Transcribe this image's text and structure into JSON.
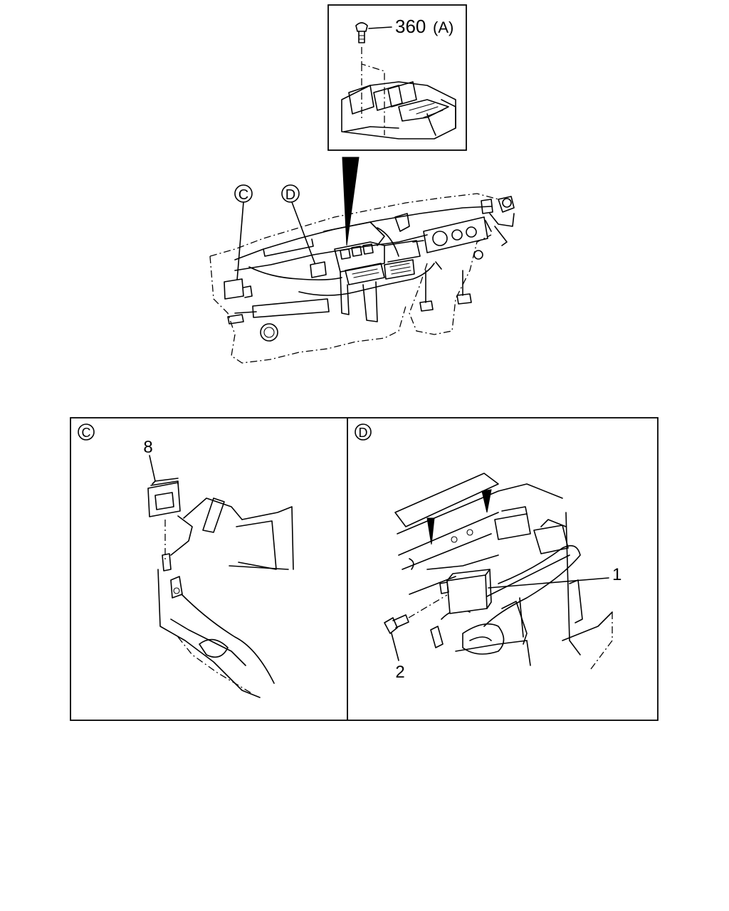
{
  "callouts": {
    "fastener_top": "360",
    "fastener_top_ref": "(A)",
    "circle_c": "C",
    "circle_d": "D",
    "panel_c_badge": "C",
    "panel_d_badge": "D",
    "part_8": "8",
    "part_1": "1",
    "part_2": "2"
  }
}
